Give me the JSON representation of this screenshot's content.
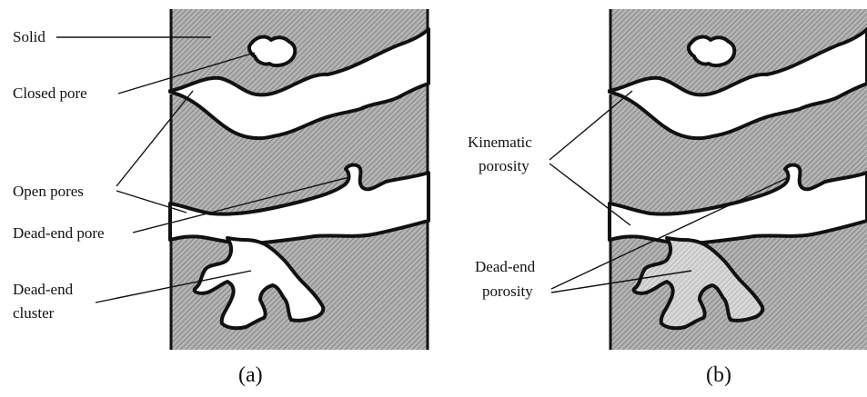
{
  "panels": [
    {
      "caption": "(a)",
      "labels": {
        "solid": "Solid",
        "closed_pore": "Closed pore",
        "open_pores": "Open pores",
        "dead_end_pore": "Dead-end pore",
        "dead_end_cluster_line1": "Dead-end",
        "dead_end_cluster_line2": "cluster"
      }
    },
    {
      "caption": "(b)",
      "labels": {
        "kinematic_line1": "Kinematic",
        "kinematic_line2": "porosity",
        "dead_end_porosity_line1": "Dead-end",
        "dead_end_porosity_line2": "porosity"
      }
    }
  ],
  "colors": {
    "ink": "#111111",
    "hatch_background": "#b8b8b8",
    "pore_fill": "#ffffff",
    "dead_end_tint": "#e6e6e6"
  }
}
